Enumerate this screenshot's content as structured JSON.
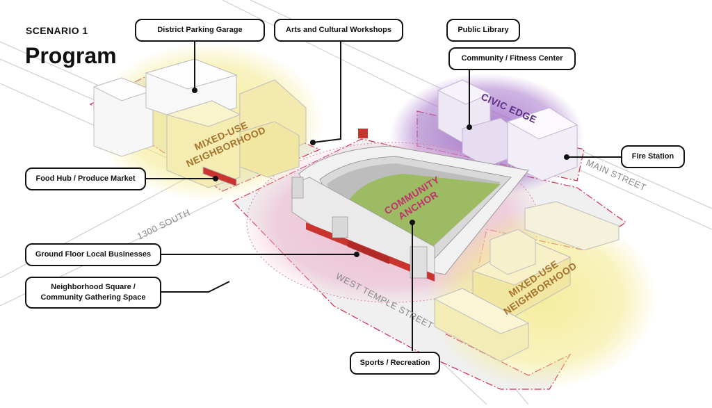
{
  "header": {
    "scenario": "SCENARIO 1",
    "title": "Program"
  },
  "callouts": {
    "district_parking_garage": "District Parking Garage",
    "arts_cultural_workshops": "Arts and Cultural Workshops",
    "public_library": "Public Library",
    "community_fitness_center": "Community / Fitness Center",
    "fire_station": "Fire Station",
    "food_hub": "Food Hub / Produce Market",
    "ground_floor_businesses": "Ground Floor Local Businesses",
    "neighborhood_square_line1": "Neighborhood Square /",
    "neighborhood_square_line2": "Community Gathering Space",
    "sports_recreation": "Sports / Recreation"
  },
  "zones": {
    "mixed_use_nw_line1": "MIXED-USE",
    "mixed_use_nw_line2": "NEIGHBORHOOD",
    "civic_edge": "CIVIC EDGE",
    "community_anchor_line1": "COMMUNITY",
    "community_anchor_line2": "ANCHOR",
    "mixed_use_se_line1": "MIXED-USE",
    "mixed_use_se_line2": "NEIGHBORHOOD"
  },
  "streets": {
    "south_1300": "1300 SOUTH",
    "main_street": "MAIN STREET",
    "west_temple": "WEST TEMPLE STREET"
  },
  "colors": {
    "mixed_use": "#f2e9a0",
    "civic": "#8e5bb5",
    "anchor": "#e8a6c0",
    "field": "#9dbb62",
    "boundary": "#d6284b",
    "brick": "#c9352e",
    "label_text": "#111111"
  }
}
